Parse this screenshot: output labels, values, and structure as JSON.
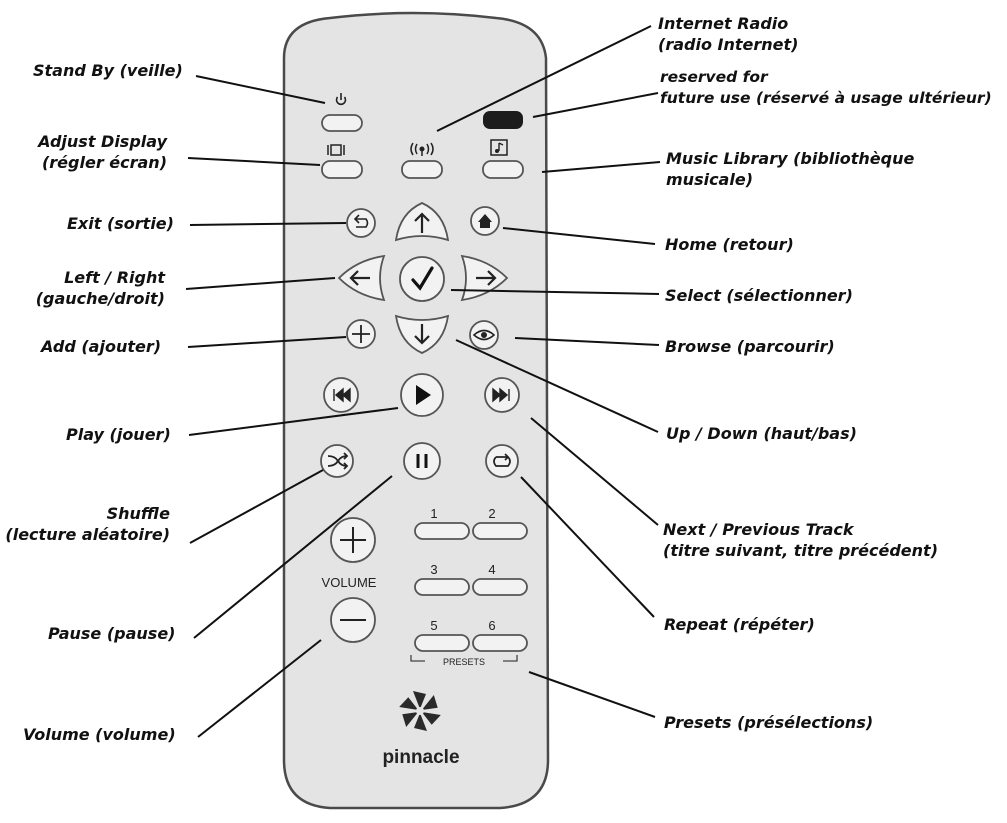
{
  "brand": {
    "name": "pinnacle"
  },
  "remote": {
    "volume_label": "VOLUME",
    "presets_label": "PRESETS",
    "preset_numbers": [
      "1",
      "2",
      "3",
      "4",
      "5",
      "6"
    ]
  },
  "callouts": {
    "standby": "Stand By (veille)",
    "adjust_display": [
      "Adjust Display",
      "(régler écran)"
    ],
    "exit": "Exit (sortie)",
    "left_right": [
      "Left / Right",
      "(gauche/droit)"
    ],
    "add": "Add (ajouter)",
    "play": "Play (jouer)",
    "shuffle": [
      "Shuffle",
      "(lecture aléatoire)"
    ],
    "pause": "Pause (pause)",
    "volume": "Volume (volume)",
    "internet_radio": [
      "Internet Radio",
      "(radio Internet)"
    ],
    "reserved": [
      "reserved for",
      "future use (réservé à usage ultérieur)"
    ],
    "music_library": [
      "Music Library (bibliothèque",
      "musicale)"
    ],
    "home": "Home (retour)",
    "select": "Select (sélectionner)",
    "browse": "Browse (parcourir)",
    "up_down": "Up / Down (haut/bas)",
    "next_prev": [
      "Next / Previous Track",
      "(titre suivant, titre précédent)"
    ],
    "repeat": "Repeat (répéter)",
    "presets": "Presets (présélections)"
  }
}
